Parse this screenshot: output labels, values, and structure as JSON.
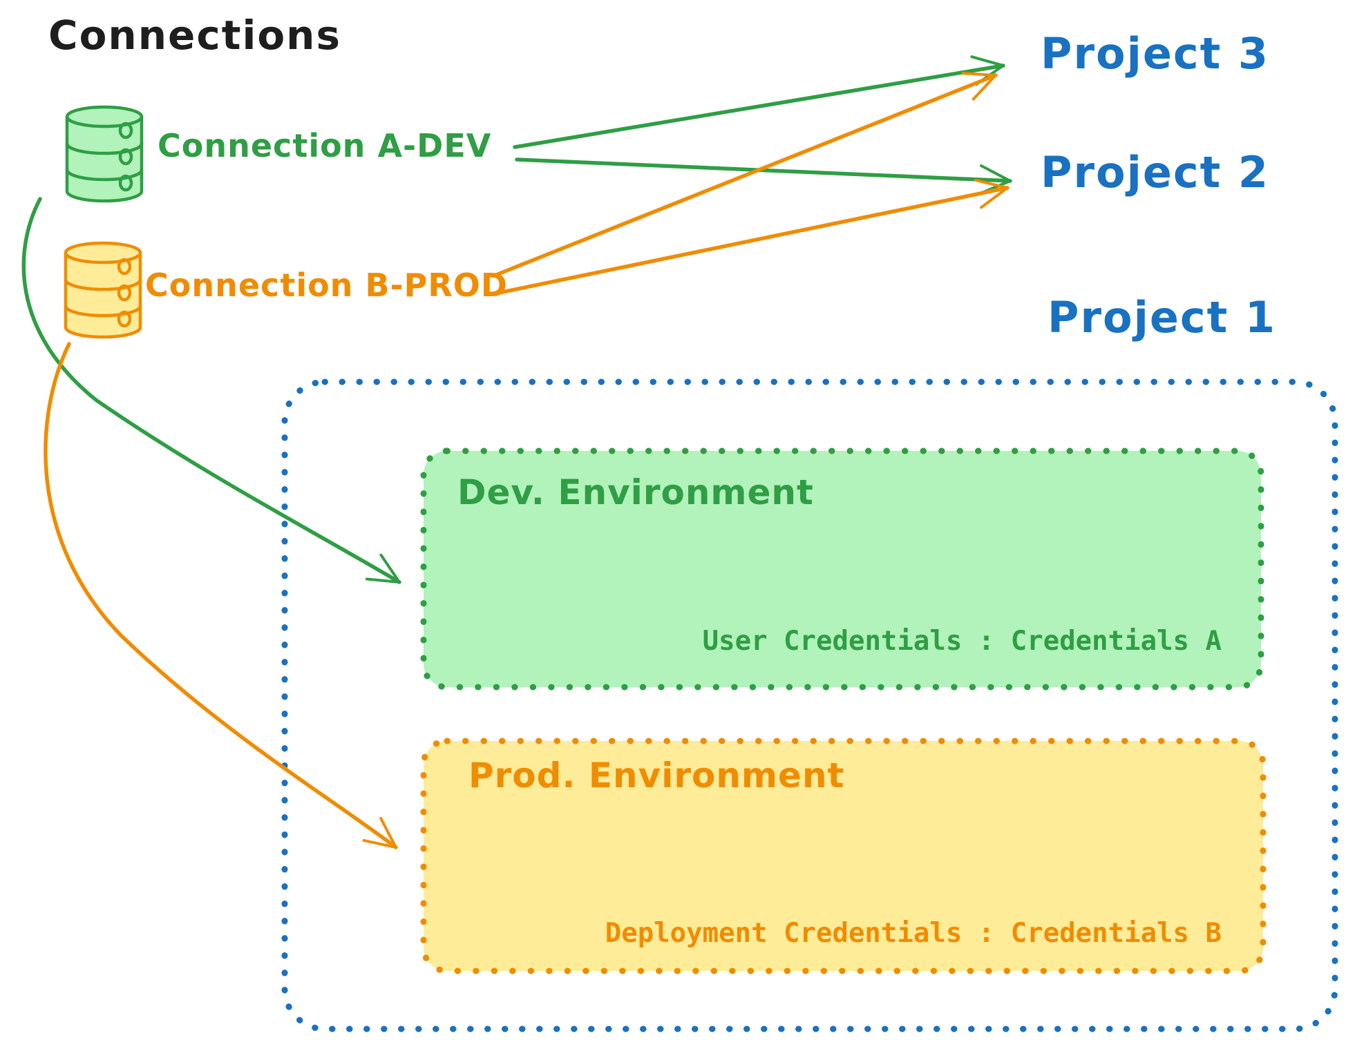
{
  "title": "Connections",
  "palette": {
    "green": "#2f9e44",
    "green_fill": "#b2f2bb",
    "orange": "#f08c00",
    "orange_fill": "#ffec99",
    "blue": "#1971c2",
    "ink": "#1e1e1e"
  },
  "connections": {
    "items": [
      {
        "label": "Connection A-DEV",
        "icon": "database-icon",
        "color": "#2f9e44"
      },
      {
        "label": "Connection B-PROD",
        "icon": "database-icon",
        "color": "#f08c00"
      }
    ]
  },
  "projects": [
    {
      "label": "Project 3"
    },
    {
      "label": "Project 2"
    },
    {
      "label": "Project 1"
    }
  ],
  "project1_detail": {
    "environments": [
      {
        "name": "Dev. Environment",
        "credentials_text": "User Credentials : Credentials A"
      },
      {
        "name": "Prod. Environment",
        "credentials_text": "Deployment Credentials : Credentials B"
      }
    ]
  },
  "arrows": [
    {
      "from": "Connection A-DEV",
      "to": "Project 3",
      "color": "#2f9e44",
      "style": "straight"
    },
    {
      "from": "Connection A-DEV",
      "to": "Project 2",
      "color": "#2f9e44",
      "style": "straight"
    },
    {
      "from": "Connection B-PROD",
      "to": "Project 3",
      "color": "#f08c00",
      "style": "straight"
    },
    {
      "from": "Connection B-PROD",
      "to": "Project 2",
      "color": "#f08c00",
      "style": "straight"
    },
    {
      "from": "Connection A-DEV",
      "to": "Dev. Environment",
      "color": "#2f9e44",
      "style": "curved"
    },
    {
      "from": "Connection B-PROD",
      "to": "Prod. Environment",
      "color": "#f08c00",
      "style": "curved"
    }
  ]
}
